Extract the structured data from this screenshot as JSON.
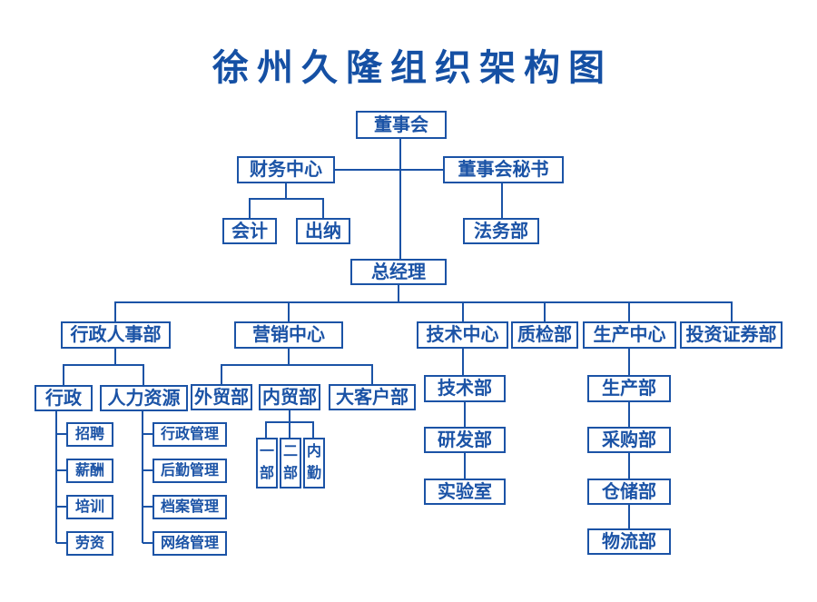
{
  "title": "徐州久隆组织架构图",
  "colors": {
    "accent": "#1b53a6",
    "title_text": "#1550a4",
    "background": "#ffffff"
  },
  "nodes": {
    "board": "董事会",
    "finance_center": "财务中心",
    "board_secretary": "董事会秘书",
    "accounting": "会计",
    "cashier": "出纳",
    "legal": "法务部",
    "general_manager": "总经理",
    "admin_hr": "行政人事部",
    "marketing_center": "营销中心",
    "tech_center": "技术中心",
    "qc": "质检部",
    "production_center": "生产中心",
    "investment_securities": "投资证券部",
    "admin": "行政",
    "hr": "人力资源",
    "foreign_trade": "外贸部",
    "domestic_trade": "内贸部",
    "key_accounts": "大客户部",
    "recruiting": "招聘",
    "compensation": "薪酬",
    "training": "培训",
    "labor": "劳资",
    "admin_mgmt": "行政管理",
    "logistics_mgmt": "后勤管理",
    "archives_mgmt": "档案管理",
    "network_mgmt": "网络管理",
    "dept_one": "一部",
    "dept_two": "二部",
    "office_support": "内勤",
    "tech_dept": "技术部",
    "rd_dept": "研发部",
    "lab": "实验室",
    "production_dept": "生产部",
    "purchasing": "采购部",
    "warehouse": "仓储部",
    "logistics_dept": "物流部"
  }
}
